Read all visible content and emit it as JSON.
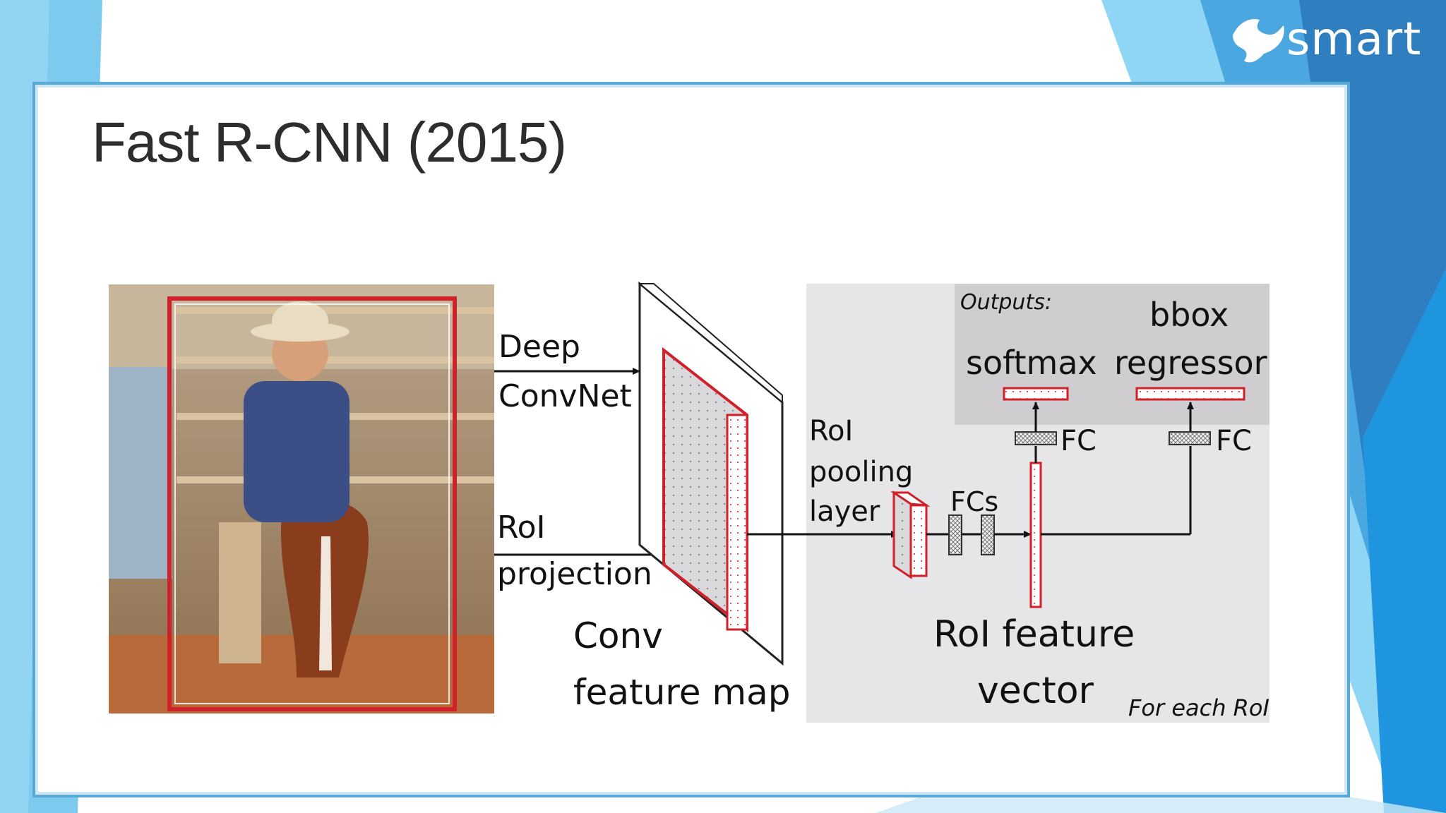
{
  "brand": {
    "name": "smart"
  },
  "slide": {
    "title": "Fast R-CNN (2015)"
  },
  "diagram": {
    "input_image": "cowboy-on-horse-photo",
    "arrow_deep_line1": "Deep",
    "arrow_deep_line2": "ConvNet",
    "arrow_roi_line1": "RoI",
    "arrow_roi_line2": "projection",
    "conv_map_line1": "Conv",
    "conv_map_line2": "feature map",
    "pool_line1": "RoI",
    "pool_line2": "pooling",
    "pool_line3": "layer",
    "fcs": "FCs",
    "fc_left": "FC",
    "fc_right": "FC",
    "outputs": "Outputs:",
    "softmax": "softmax",
    "bbox_line1": "bbox",
    "bbox_line2": "regressor",
    "feat_line1": "RoI feature",
    "feat_line2": "vector",
    "for_each": "For each RoI"
  },
  "colors": {
    "accent_blue": "#58a9d6",
    "roi_red": "#d0202a",
    "panel_gray": "#e6e5e8",
    "outputs_gray": "#cfcdd0"
  }
}
